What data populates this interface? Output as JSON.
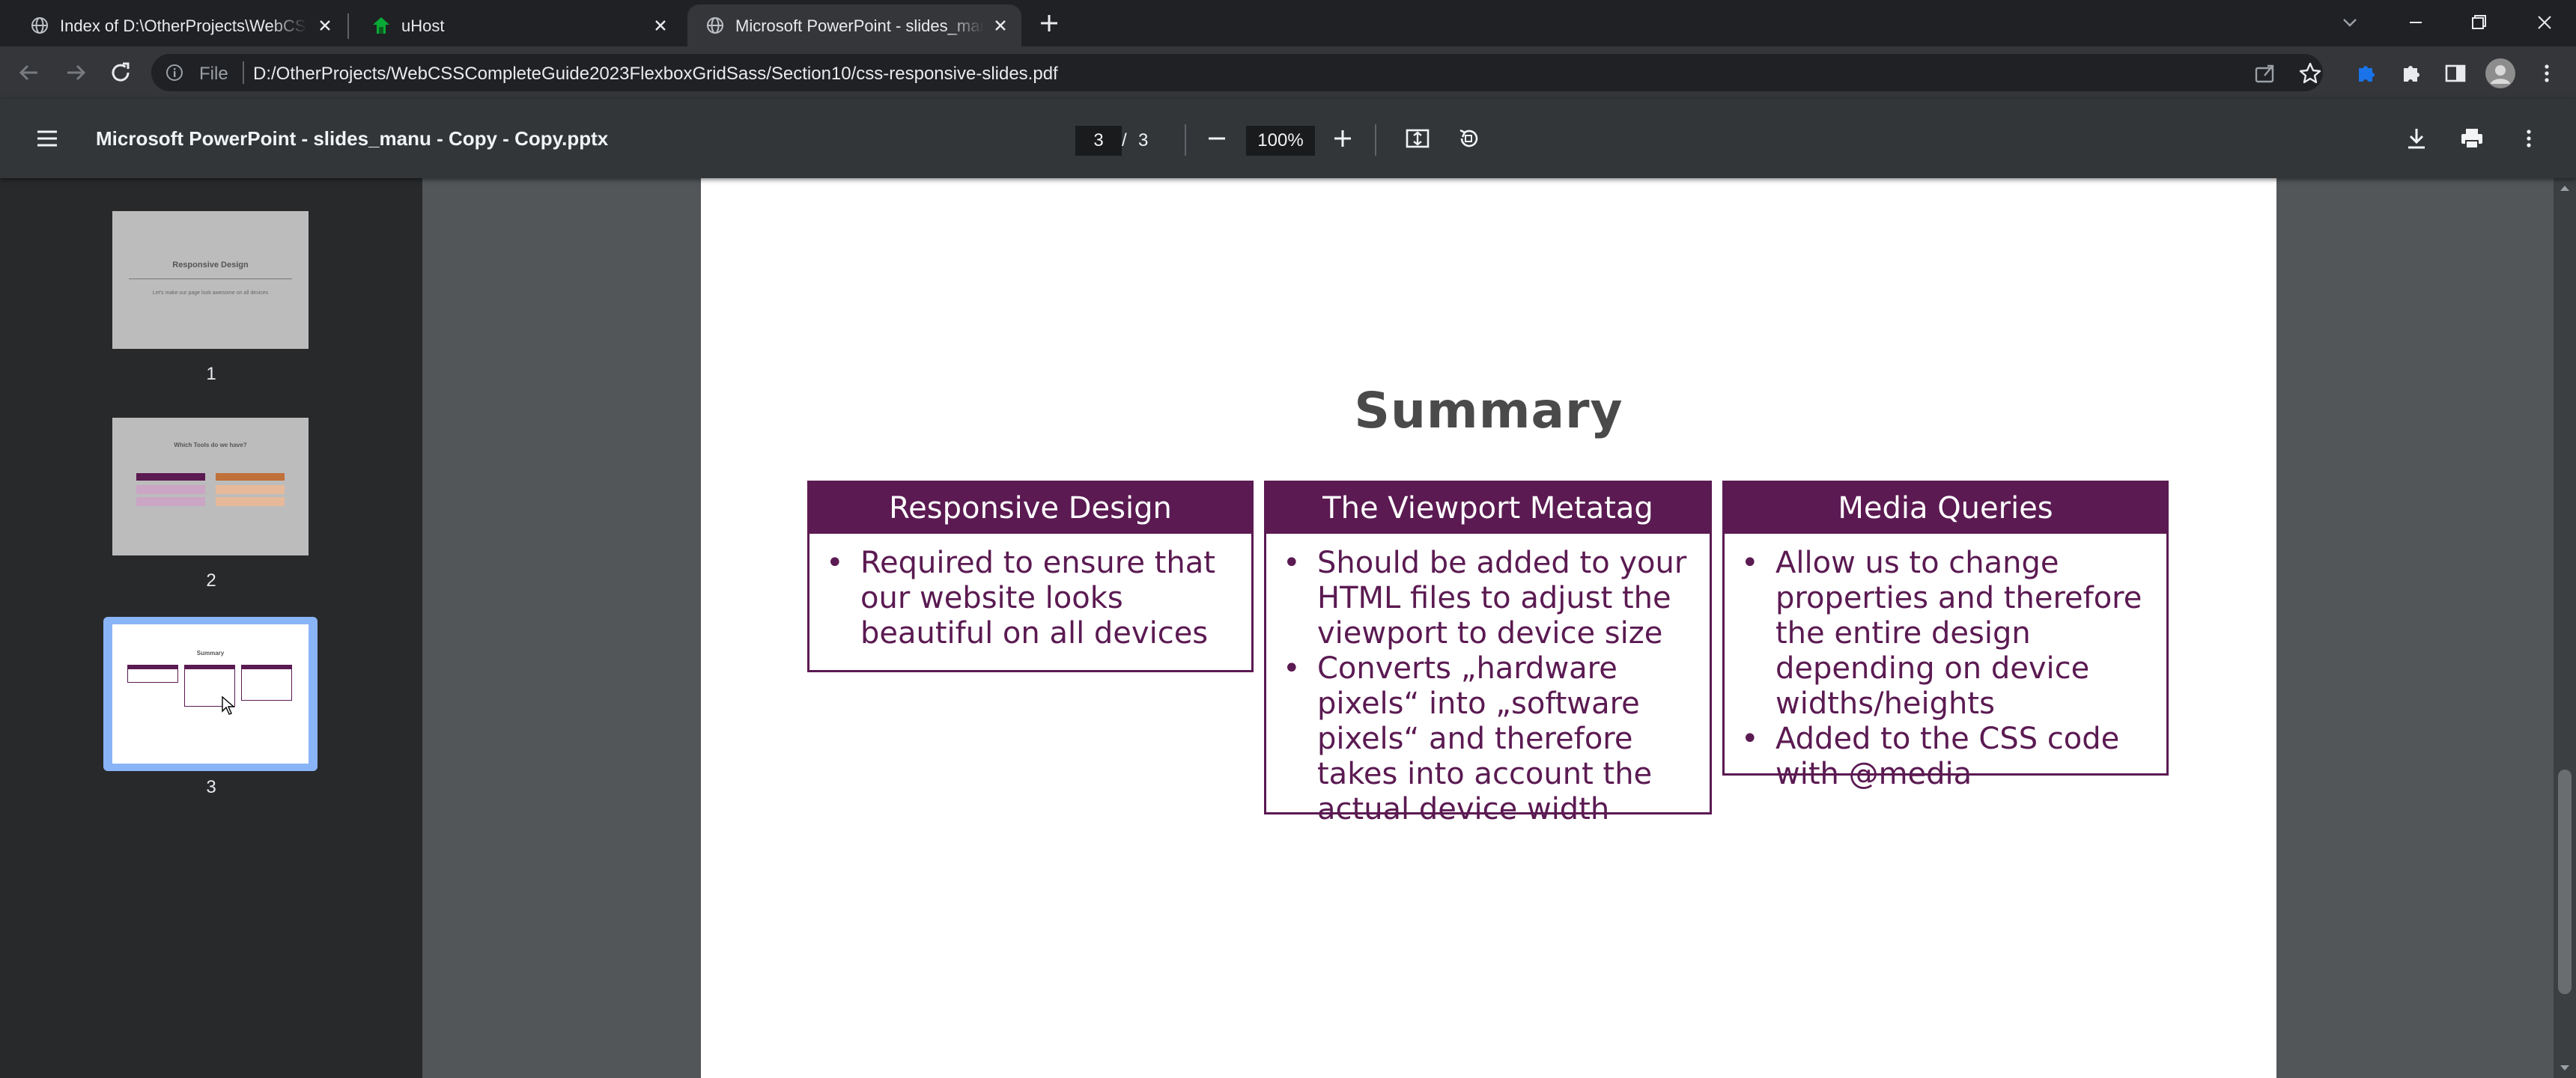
{
  "tabs": [
    {
      "title": "Index of D:\\OtherProjects\\WebCSSCompleteGuide2023FlexboxGridSass",
      "favicon": "globe-icon",
      "active": false
    },
    {
      "title": "uHost",
      "favicon": "uhost-logo-icon",
      "active": false
    },
    {
      "title": "Microsoft PowerPoint - slides_manu - Copy - Copy.pptx",
      "favicon": "globe-icon",
      "active": true
    }
  ],
  "toolbar": {
    "scheme": "File",
    "url": "D:/OtherProjects/WebCSSCompleteGuide2023FlexboxGridSass/Section10/css-responsive-slides.pdf"
  },
  "pdf": {
    "title": "Microsoft PowerPoint - slides_manu - Copy - Copy.pptx",
    "current_page": "3",
    "separator": "/",
    "total_pages": "3",
    "zoom": "100%"
  },
  "sidebar": {
    "thumbnails": [
      {
        "number": "1",
        "title": "Responsive Design",
        "subtitle": "Let's make our page look awesome on all devices",
        "selected": false
      },
      {
        "number": "2",
        "title": "Which Tools do we have?",
        "selected": false
      },
      {
        "number": "3",
        "title": "Summary",
        "selected": true
      }
    ]
  },
  "slide": {
    "title": "Summary",
    "cards": [
      {
        "heading": "Responsive Design",
        "bullets": [
          "Required to ensure that our website looks beautiful on all devices"
        ]
      },
      {
        "heading": "The Viewport Metatag",
        "bullets": [
          "Should be added to your HTML files to adjust the viewport to device size",
          "Converts „hardware pixels“ into „software pixels“ and therefore takes into account the actual device width"
        ]
      },
      {
        "heading": "Media Queries",
        "bullets": [
          "Allow us to change properties and therefore the entire design depending on device widths/heights",
          "Added to the CSS code with @media"
        ]
      }
    ]
  },
  "colors": {
    "accent": "#5b1a52",
    "chrome_dark": "#202124",
    "chrome_toolbar": "#35363a",
    "pdf_bar": "#323639",
    "viewer_bg": "#525659",
    "selection": "#8ab4f8"
  }
}
